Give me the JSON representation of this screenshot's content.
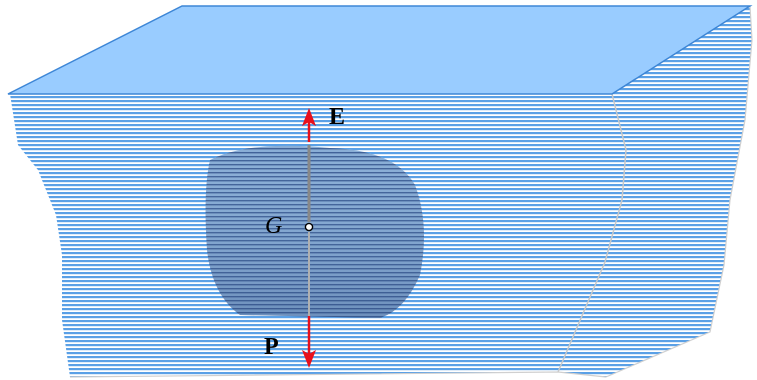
{
  "diagram": {
    "labels": {
      "buoyant_force": "E",
      "weight": "P",
      "center_of_gravity": "G"
    },
    "colors": {
      "water_surface": "#99ccff",
      "water_surface_edge": "#3d86d6",
      "water_lines": "#5aa0e6",
      "water_background": "#ffffff",
      "body_fill": "#8aaed6",
      "body_lines": "#2a4a80",
      "force_arrow": "#e8101c",
      "vertical_line": "#888888",
      "side_edge": "#c8c8c8"
    }
  }
}
